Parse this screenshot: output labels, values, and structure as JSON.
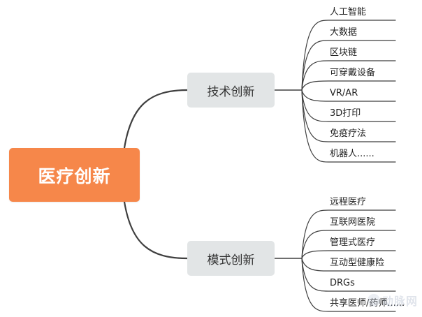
{
  "root": {
    "label": "医疗创新"
  },
  "branches": [
    {
      "label": "技术创新",
      "leaves": [
        "人工智能",
        "大数据",
        "区块链",
        "可穿戴设备",
        "VR/AR",
        "3D打印",
        "免疫疗法",
        "机器人......"
      ]
    },
    {
      "label": "模式创新",
      "leaves": [
        "远程医疗",
        "互联网医院",
        "管理式医疗",
        "互动型健康险",
        "DRGs",
        "共享医师/药师......"
      ]
    }
  ],
  "watermark": {
    "text": "动脉网"
  },
  "colors": {
    "root_fill": "#f6874a",
    "branch_fill": "#e2e5e6",
    "connector": "#3f3f3f",
    "root_text": "#ffffff"
  }
}
